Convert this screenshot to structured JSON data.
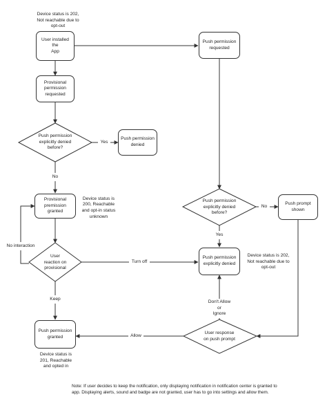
{
  "nodes": {
    "user_installed": "User installed the\nApp",
    "provisional_requested": "Provisional\npermission\nrequested",
    "push_denied_decision_left": "Push permission\nexplicitly denied\nbefore?",
    "push_permission_denied_left": "Push permission\ndenied",
    "provisional_granted": "Provisional\npremission granted",
    "user_reaction": "User\nreaction on\nprovisional",
    "push_granted": "Push permission\ngranted",
    "push_requested": "Push permission\nrequested",
    "push_denied_decision_right": "Push permission\nexplicitly denied\nbefore?",
    "push_prompt_shown": "Push prompt\nshown",
    "push_explicitly_denied": "Push permission\nexplicitly denied",
    "user_response": "User response\non push prompt"
  },
  "annotations": {
    "top_status": "Device status is  202,\nNot reachable due to\nopt-out",
    "provisional_status": "Device status is\n200, Reachable\nand opt-in status\nunknown",
    "right_status": "Device status is  202,\nNot reachable due to\nopt-out",
    "granted_status": "Device status is\n201, Reachable\nand opted in"
  },
  "edge_labels": {
    "yes_left": "Yes",
    "no_left": "No",
    "no_interaction": "No interaction",
    "turn_off": "Turn off",
    "keep": "Keep",
    "no_right": "No",
    "yes_right": "Yes",
    "dont_allow": "Don't Allow\nor\nIgnore",
    "allow": "Allow"
  },
  "note": "Note: If user decides to keep the notification, only displaying notification in notification center is granted to app. Displaying alerts, sound and badge are not granted, user has to go into settings and allow them.",
  "colors": {
    "stroke": "#333333",
    "text": "#222222",
    "background": "#ffffff"
  }
}
